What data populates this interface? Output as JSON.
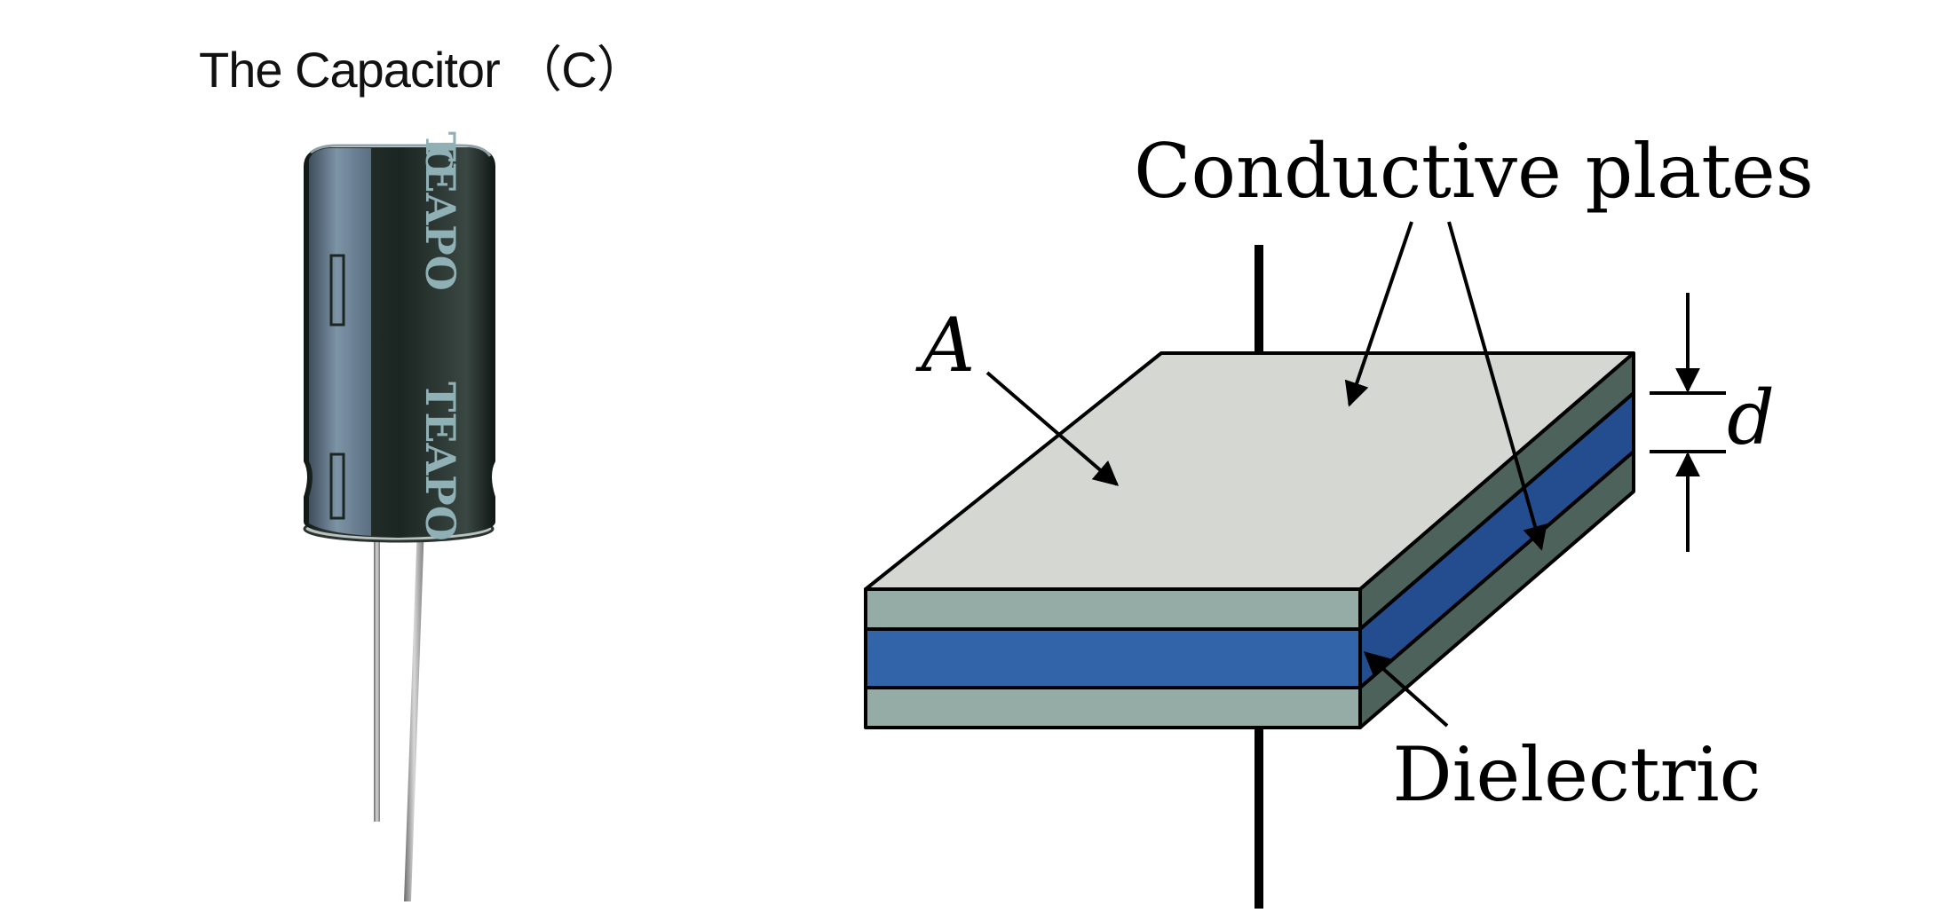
{
  "title": "The Capacitor （C）",
  "photo": {
    "brand_label": "TEAPO"
  },
  "diagram": {
    "label_plates": "Conductive plates",
    "label_area": "A",
    "label_distance": "d",
    "label_dielectric": "Dielectric"
  },
  "colors": {
    "plate_top": "#d5d8d2",
    "plate_front": "#94aba6",
    "plate_side": "#4d625a",
    "dielectric_front": "#3164a8",
    "dielectric_side": "#234d8f",
    "capacitor_sleeve": "#1b2521",
    "capacitor_stripe": "#6d8296"
  }
}
